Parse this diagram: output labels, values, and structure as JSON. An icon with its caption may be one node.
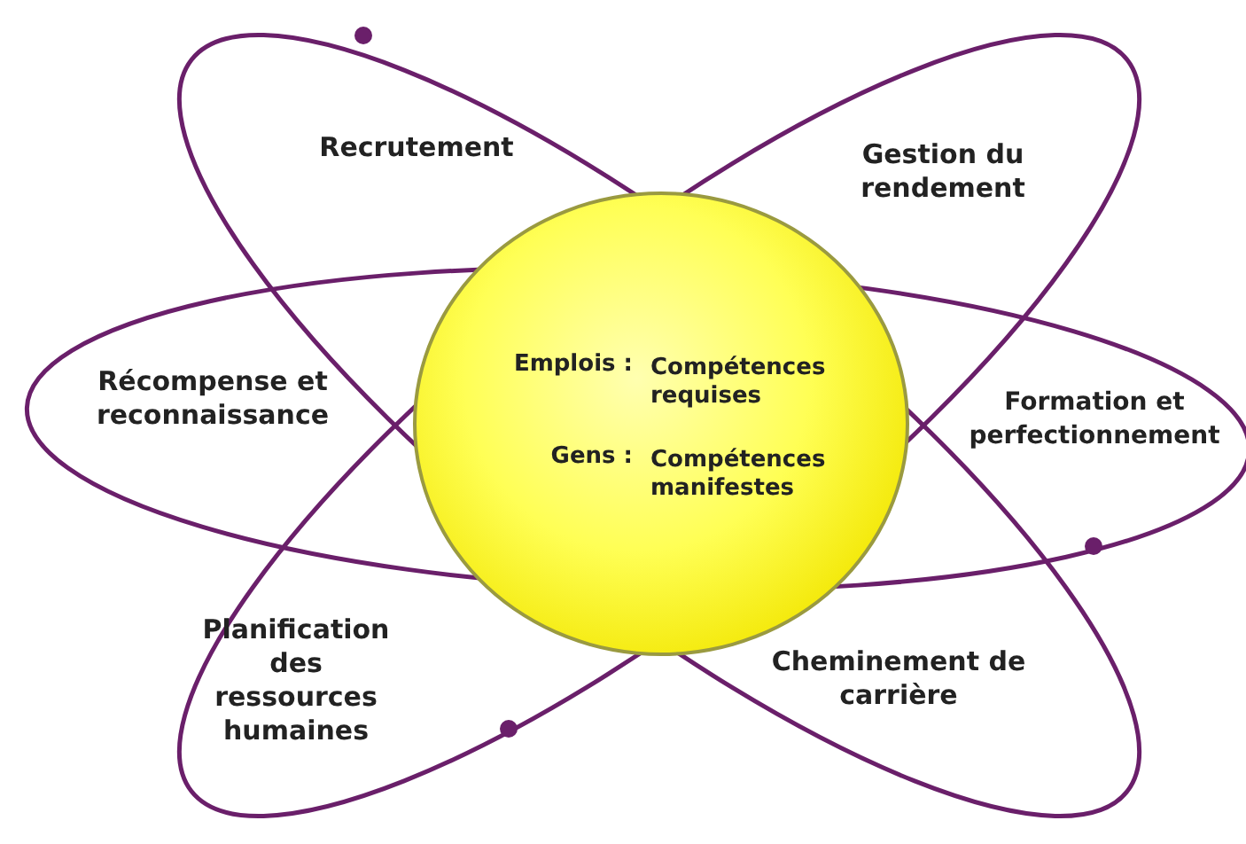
{
  "diagram": {
    "nodes": [
      {
        "text": [
          "Emplois :",
          "Compétences requises",
          "Gens :",
          "Compétences manifestes"
        ]
      }
    ],
    "labels": [
      "Recrutement",
      "Gestion du rendement",
      "Récompense et reconnaissance",
      "Formation et perfectionnement",
      "Planification des ressources humaines",
      "Cheminement de carrière"
    ]
  }
}
